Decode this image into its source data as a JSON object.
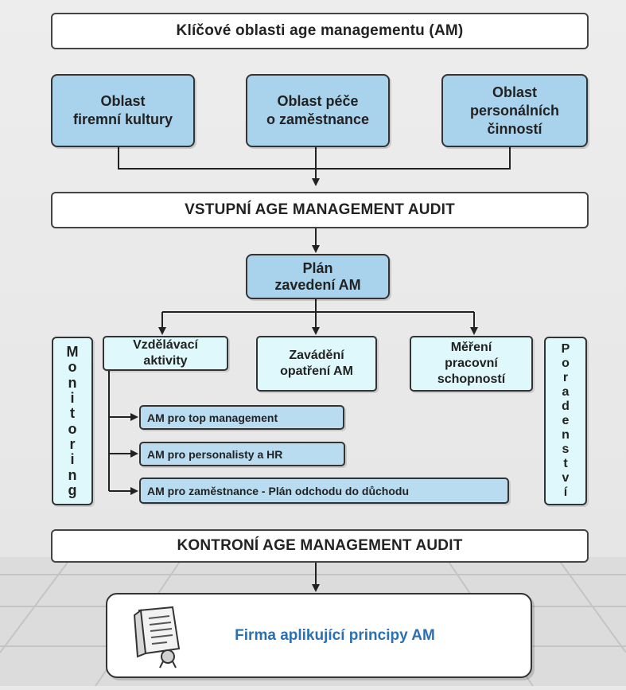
{
  "title": "Klíčové oblasti age managementu (AM)",
  "areas": [
    {
      "line1": "Oblast",
      "line2": "firemní kultury",
      "line3": ""
    },
    {
      "line1": "Oblast péče",
      "line2": "o zaměstnance",
      "line3": ""
    },
    {
      "line1": "Oblast",
      "line2": "personálních",
      "line3": "činností"
    }
  ],
  "entry_audit": "VSTUPNÍ AGE MANAGEMENT AUDIT",
  "plan": {
    "line1": "Plán",
    "line2": "zavedení AM"
  },
  "activities": [
    {
      "line1": "Vzdělávací",
      "line2": "aktivity",
      "line3": ""
    },
    {
      "line1": "Zavádění",
      "line2": "opatření AM",
      "line3": ""
    },
    {
      "line1": "Měření",
      "line2": "pracovní",
      "line3": "schopností"
    }
  ],
  "sub_items": [
    "AM pro top management",
    "AM pro personalisty a HR",
    "AM pro zaměstnance - Plán odchodu do důchodu"
  ],
  "side_left": [
    "M",
    "o",
    "n",
    "i",
    "t",
    "o",
    "r",
    "i",
    "n",
    "g"
  ],
  "side_right": [
    "P",
    "o",
    "r",
    "a",
    "d",
    "e",
    "n",
    "s",
    "t",
    "v",
    "í"
  ],
  "exit_audit": "KONTRONÍ AGE MANAGEMENT AUDIT",
  "result": "Firma aplikující principy AM",
  "result_icon": "certificate-icon",
  "colors": {
    "area_fill": "#a9d3ec",
    "activity_fill": "#dff8fb",
    "sub_fill": "#b9dcf1",
    "result_text": "#2c6fb3"
  }
}
